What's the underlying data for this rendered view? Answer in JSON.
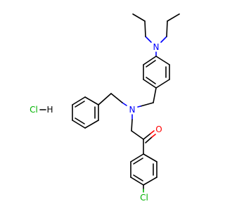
{
  "atoms": {
    "amine_n": {
      "text": "N",
      "color": "#0000ff"
    },
    "benzyl_n": {
      "text": "N",
      "color": "#0000ff"
    },
    "ketone_o": {
      "text": "O",
      "color": "#ff0000"
    },
    "aryl_cl": {
      "text": "Cl",
      "color": "#00b300"
    },
    "salt_cl": {
      "text": "Cl",
      "color": "#00b300"
    },
    "salt_h": {
      "text": "H",
      "color": "#000000"
    }
  }
}
